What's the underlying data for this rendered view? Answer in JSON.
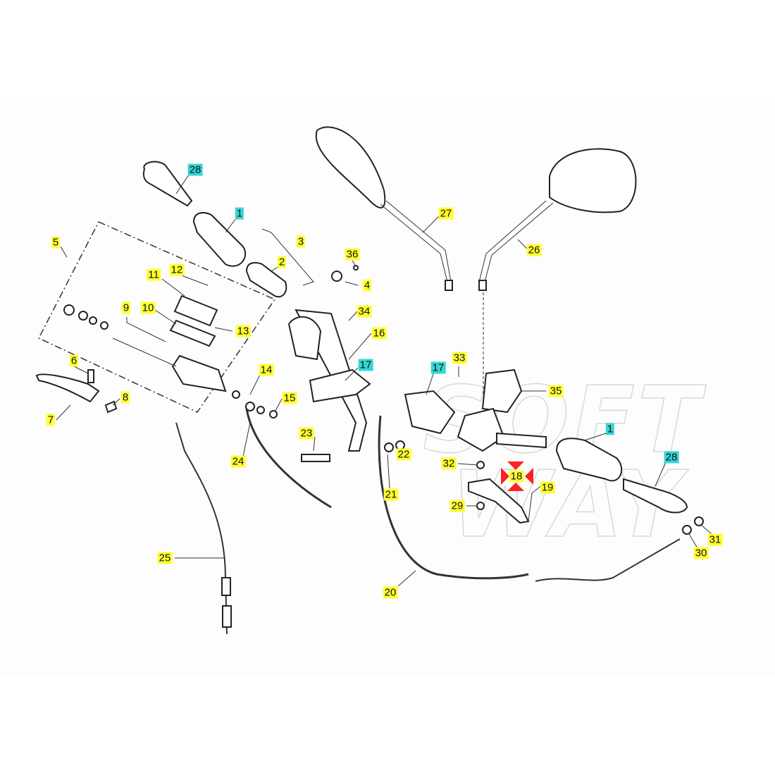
{
  "diagram": {
    "watermark": "SOFT WAY",
    "colors": {
      "yellow_label": "#ffff33",
      "cyan_label": "#33d6d6",
      "arrow": "#ff2020"
    },
    "labels": [
      {
        "id": "28a",
        "text": "28",
        "style": "cyan"
      },
      {
        "id": "1a",
        "text": "1",
        "style": "cyan"
      },
      {
        "id": "3",
        "text": "3",
        "style": "yellow"
      },
      {
        "id": "5",
        "text": "5",
        "style": "yellow"
      },
      {
        "id": "2",
        "text": "2",
        "style": "yellow"
      },
      {
        "id": "36",
        "text": "36",
        "style": "yellow"
      },
      {
        "id": "4",
        "text": "4",
        "style": "yellow"
      },
      {
        "id": "27",
        "text": "27",
        "style": "yellow"
      },
      {
        "id": "26",
        "text": "26",
        "style": "yellow"
      },
      {
        "id": "11",
        "text": "11",
        "style": "yellow"
      },
      {
        "id": "12",
        "text": "12",
        "style": "yellow"
      },
      {
        "id": "9",
        "text": "9",
        "style": "yellow"
      },
      {
        "id": "10",
        "text": "10",
        "style": "yellow"
      },
      {
        "id": "13",
        "text": "13",
        "style": "yellow"
      },
      {
        "id": "34",
        "text": "34",
        "style": "yellow"
      },
      {
        "id": "16",
        "text": "16",
        "style": "yellow"
      },
      {
        "id": "6",
        "text": "6",
        "style": "yellow"
      },
      {
        "id": "7",
        "text": "7",
        "style": "yellow"
      },
      {
        "id": "8",
        "text": "8",
        "style": "yellow"
      },
      {
        "id": "14",
        "text": "14",
        "style": "yellow"
      },
      {
        "id": "15",
        "text": "15",
        "style": "yellow"
      },
      {
        "id": "17a",
        "text": "17",
        "style": "cyan"
      },
      {
        "id": "17b",
        "text": "17",
        "style": "cyan"
      },
      {
        "id": "33",
        "text": "33",
        "style": "yellow"
      },
      {
        "id": "35",
        "text": "35",
        "style": "yellow"
      },
      {
        "id": "1b",
        "text": "1",
        "style": "cyan"
      },
      {
        "id": "28b",
        "text": "28",
        "style": "cyan"
      },
      {
        "id": "23",
        "text": "23",
        "style": "yellow"
      },
      {
        "id": "24",
        "text": "24",
        "style": "yellow"
      },
      {
        "id": "21",
        "text": "21",
        "style": "yellow"
      },
      {
        "id": "22",
        "text": "22",
        "style": "yellow"
      },
      {
        "id": "32",
        "text": "32",
        "style": "yellow"
      },
      {
        "id": "18",
        "text": "18",
        "style": "yellow"
      },
      {
        "id": "19",
        "text": "19",
        "style": "yellow"
      },
      {
        "id": "29",
        "text": "29",
        "style": "yellow"
      },
      {
        "id": "31",
        "text": "31",
        "style": "yellow"
      },
      {
        "id": "30",
        "text": "30",
        "style": "yellow"
      },
      {
        "id": "25",
        "text": "25",
        "style": "yellow"
      },
      {
        "id": "20",
        "text": "20",
        "style": "yellow"
      }
    ]
  }
}
